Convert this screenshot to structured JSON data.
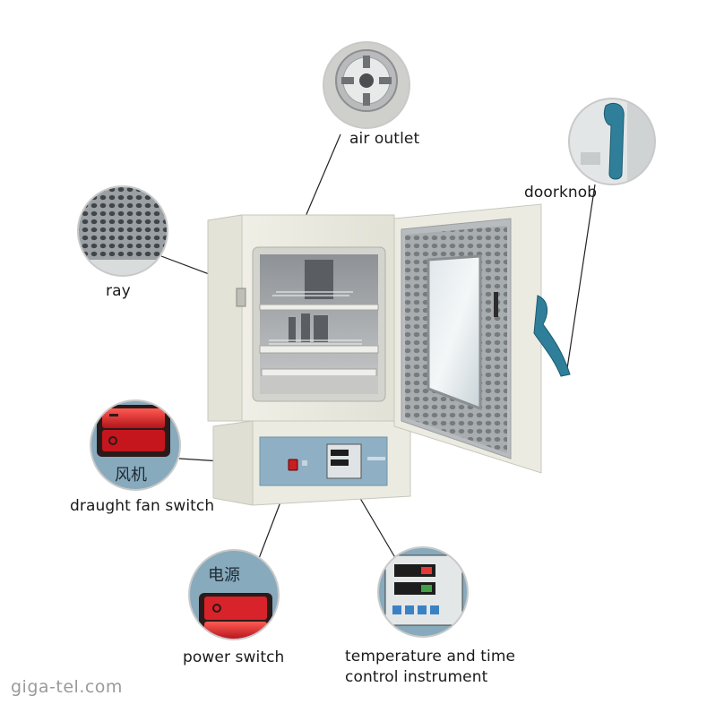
{
  "labels": {
    "air_outlet": "air outlet",
    "doorknob": "doorknob",
    "ray": "ray",
    "draught_fan_switch": "draught fan switch",
    "power_switch": "power switch",
    "temp_line1": "temperature and time",
    "temp_line2": "control instrument"
  },
  "callout_text": {
    "fan_chars": "风机",
    "power_chars": "电源"
  },
  "watermark": "giga-tel.com",
  "colors": {
    "oven_body": "#ecebe2",
    "panel_blue": "#8fb0c4",
    "handle_teal": "#2f7f9a",
    "switch_red": "#d8232a",
    "callout_border": "#c9c9c9"
  }
}
